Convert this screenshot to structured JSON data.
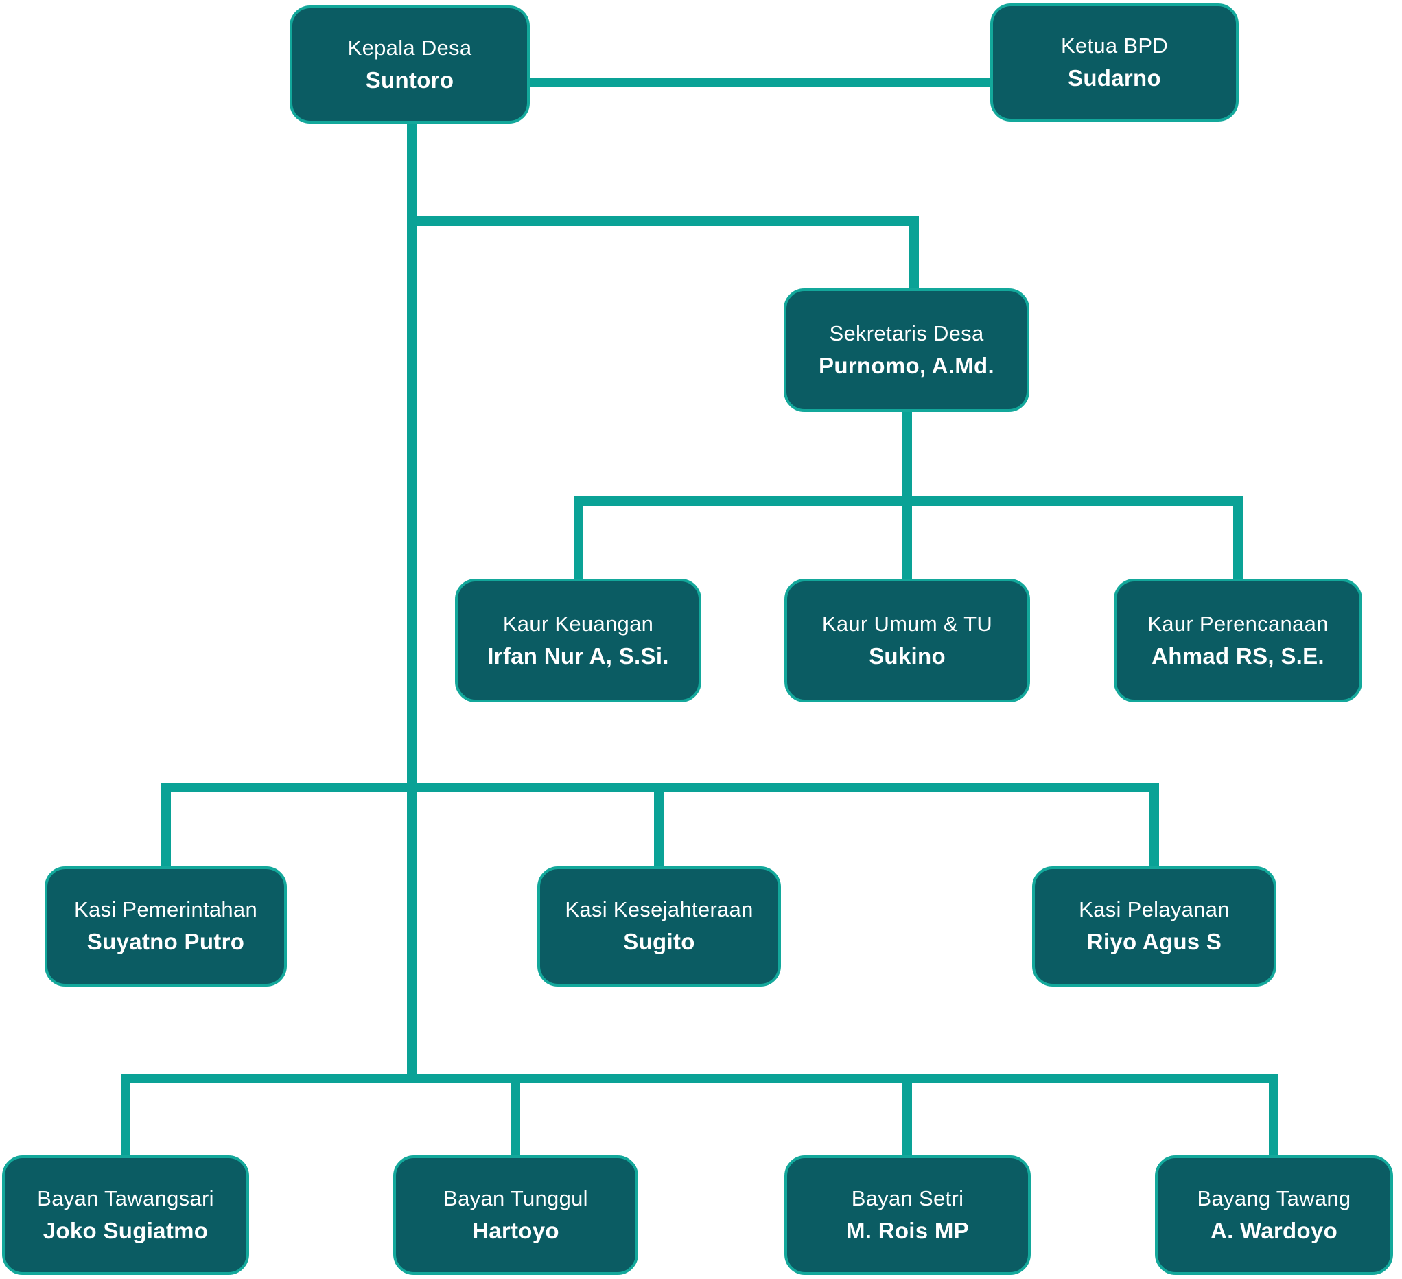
{
  "diagram_type": "org-chart",
  "colors": {
    "background": "#ffffff",
    "node_fill": "#0b5c63",
    "node_border": "#13a89b",
    "connector": "#0aa296",
    "node_text": "#ffffff"
  },
  "nodes": [
    {
      "id": "kepala-desa",
      "role": "Kepala Desa",
      "person": "Suntoro"
    },
    {
      "id": "ketua-bpd",
      "role": "Ketua BPD",
      "person": "Sudarno"
    },
    {
      "id": "sekretaris-desa",
      "role": "Sekretaris Desa",
      "person": "Purnomo, A.Md."
    },
    {
      "id": "kaur-keuangan",
      "role": "Kaur Keuangan",
      "person": "Irfan Nur A, S.Si."
    },
    {
      "id": "kaur-umum-tu",
      "role": "Kaur Umum & TU",
      "person": "Sukino"
    },
    {
      "id": "kaur-perencanaan",
      "role": "Kaur Perencanaan",
      "person": "Ahmad RS, S.E."
    },
    {
      "id": "kasi-pemerintahan",
      "role": "Kasi Pemerintahan",
      "person": "Suyatno Putro"
    },
    {
      "id": "kasi-kesejahteraan",
      "role": "Kasi Kesejahteraan",
      "person": "Sugito"
    },
    {
      "id": "kasi-pelayanan",
      "role": "Kasi Pelayanan",
      "person": "Riyo Agus S"
    },
    {
      "id": "bayan-tawangsari",
      "role": "Bayan Tawangsari",
      "person": "Joko Sugiatmo"
    },
    {
      "id": "bayan-tunggul",
      "role": "Bayan Tunggul",
      "person": "Hartoyo"
    },
    {
      "id": "bayan-setri",
      "role": "Bayan Setri",
      "person": "M. Rois MP"
    },
    {
      "id": "bayang-tawang",
      "role": "Bayang Tawang",
      "person": "A. Wardoyo"
    }
  ],
  "edges": [
    {
      "from": "kepala-desa",
      "to": "ketua-bpd",
      "type": "lateral"
    },
    {
      "from": "kepala-desa",
      "to": "sekretaris-desa",
      "type": "reports"
    },
    {
      "from": "sekretaris-desa",
      "to": "kaur-keuangan",
      "type": "reports"
    },
    {
      "from": "sekretaris-desa",
      "to": "kaur-umum-tu",
      "type": "reports"
    },
    {
      "from": "sekretaris-desa",
      "to": "kaur-perencanaan",
      "type": "reports"
    },
    {
      "from": "kepala-desa",
      "to": "kasi-pemerintahan",
      "type": "reports"
    },
    {
      "from": "kepala-desa",
      "to": "kasi-kesejahteraan",
      "type": "reports"
    },
    {
      "from": "kepala-desa",
      "to": "kasi-pelayanan",
      "type": "reports"
    },
    {
      "from": "kepala-desa",
      "to": "bayan-tawangsari",
      "type": "reports"
    },
    {
      "from": "kepala-desa",
      "to": "bayan-tunggul",
      "type": "reports"
    },
    {
      "from": "kepala-desa",
      "to": "bayan-setri",
      "type": "reports"
    },
    {
      "from": "kepala-desa",
      "to": "bayang-tawang",
      "type": "reports"
    }
  ]
}
